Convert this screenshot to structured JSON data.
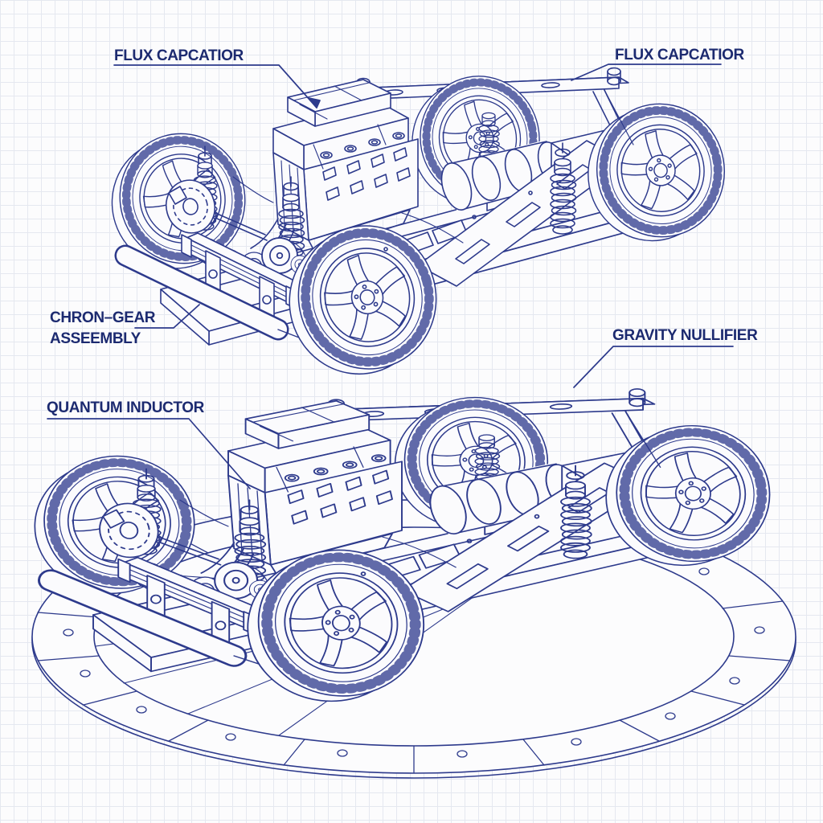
{
  "diagram": {
    "theme": {
      "ink": "#2d3a8c",
      "label_text": "#1c2a70",
      "grid_line": "#e5e8f0",
      "paper": "#fbfbfd"
    },
    "callouts": {
      "flux_top_left": {
        "text": "FLUX CAPCATIOR"
      },
      "flux_top_right": {
        "text": "FLUX CAPCATIOR"
      },
      "chron_gear": {
        "lines": [
          "CHRON–GEAR",
          "ASSEEMBLY"
        ]
      },
      "quantum_inductor": {
        "text": "QUANTUM INDUCTOR"
      },
      "gravity_nullifier": {
        "text": "GRAVITY NULLIFIER"
      }
    },
    "figures": {
      "top_chassis": "chassis-wireframe",
      "bottom_chassis": "chassis-wireframe-on-turntable"
    }
  }
}
